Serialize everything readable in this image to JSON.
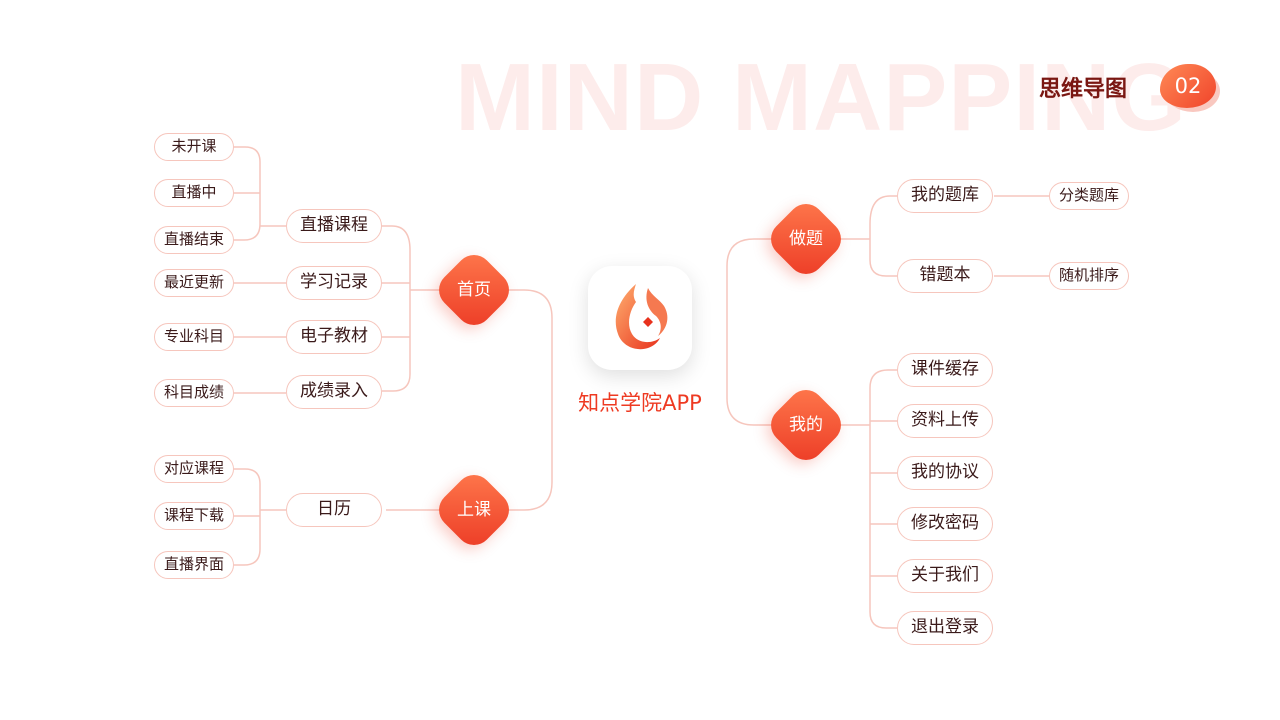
{
  "header": {
    "watermark": "MIND MAPPING",
    "section_title": "思维导图",
    "section_number": "02"
  },
  "center": {
    "app_name": "知点学院APP",
    "logo_icon": "flame-logo-icon"
  },
  "branches": {
    "home": {
      "label": "首页",
      "children": [
        {
          "label": "直播课程",
          "children": [
            "未开课",
            "直播中",
            "直播结束"
          ]
        },
        {
          "label": "学习记录",
          "children": [
            "最近更新"
          ]
        },
        {
          "label": "电子教材",
          "children": [
            "专业科目"
          ]
        },
        {
          "label": "成绩录入",
          "children": [
            "科目成绩"
          ]
        }
      ]
    },
    "class": {
      "label": "上课",
      "children": [
        {
          "label": "日历",
          "children": [
            "对应课程",
            "课程下载",
            "直播界面"
          ]
        }
      ]
    },
    "practice": {
      "label": "做题",
      "children": [
        {
          "label": "我的题库",
          "children": [
            "分类题库"
          ]
        },
        {
          "label": "错题本",
          "children": [
            "随机排序"
          ]
        }
      ]
    },
    "mine": {
      "label": "我的",
      "children": [
        {
          "label": "课件缓存"
        },
        {
          "label": "资料上传"
        },
        {
          "label": "我的协议"
        },
        {
          "label": "修改密码"
        },
        {
          "label": "关于我们"
        },
        {
          "label": "退出登录"
        }
      ]
    }
  },
  "colors": {
    "accent": "#ee3a22",
    "accent_light": "#ff7a4d",
    "line": "#f6c6bd",
    "watermark": "#fdeceb",
    "title": "#7a1712"
  }
}
